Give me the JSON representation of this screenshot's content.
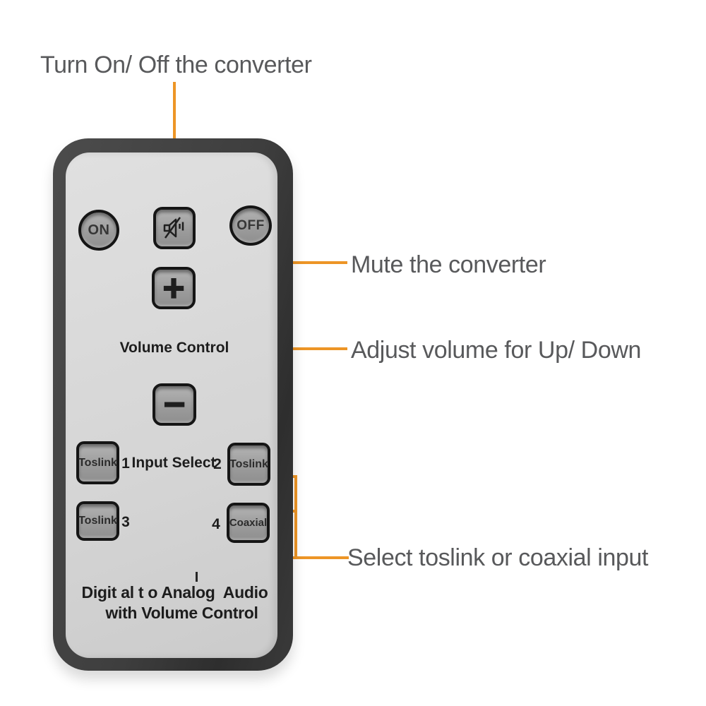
{
  "annotations": {
    "power": "Turn On/ Off the converter",
    "mute": "Mute the converter",
    "volume": "Adjust volume for Up/ Down",
    "input": "Select toslink or coaxial input"
  },
  "remote": {
    "buttons": {
      "on": "ON",
      "off": "OFF",
      "volume_up": "+",
      "volume_down": "−",
      "input1": "Toslink",
      "input2": "Toslink",
      "input3": "Toslink",
      "input4": "Coaxial"
    },
    "labels": {
      "volume": "Volume Control",
      "input_select": "Input Select",
      "n1": "1",
      "n2": "2",
      "n3": "3",
      "n4": "4",
      "brand_line1": "Digit al t o Analog  Audio",
      "brand_line2": "with Volume Control"
    },
    "icons": {
      "mute": "muted-speaker-icon"
    }
  },
  "colors": {
    "accent_line": "#ED9526",
    "annotation_text": "#58595B",
    "remote_body": "#3E3E3E",
    "remote_face": "#D5D5D5",
    "button_fill": "#A3A3A3",
    "button_border": "#151515",
    "button_text": "#2F2F2F"
  }
}
